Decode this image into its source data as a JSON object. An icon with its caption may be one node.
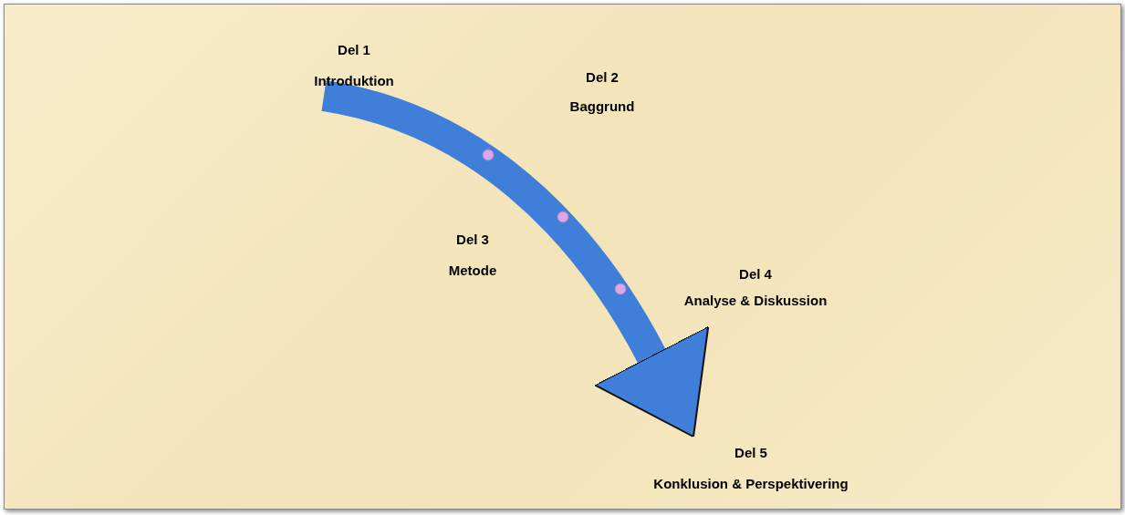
{
  "diagram": {
    "nodes": [
      {
        "text": [
          "Del 1",
          "Introduktion"
        ]
      },
      {
        "text": [
          "Del 5",
          "Konklusion & Perspektivering"
        ]
      }
    ],
    "edges": [
      {
        "from": 0,
        "to": 1,
        "arrow": "to"
      }
    ],
    "labels": [
      "Del 2",
      "Baggrund",
      "Del 3",
      "Metode",
      "Del 4",
      "Analyse & Diskussion"
    ]
  }
}
